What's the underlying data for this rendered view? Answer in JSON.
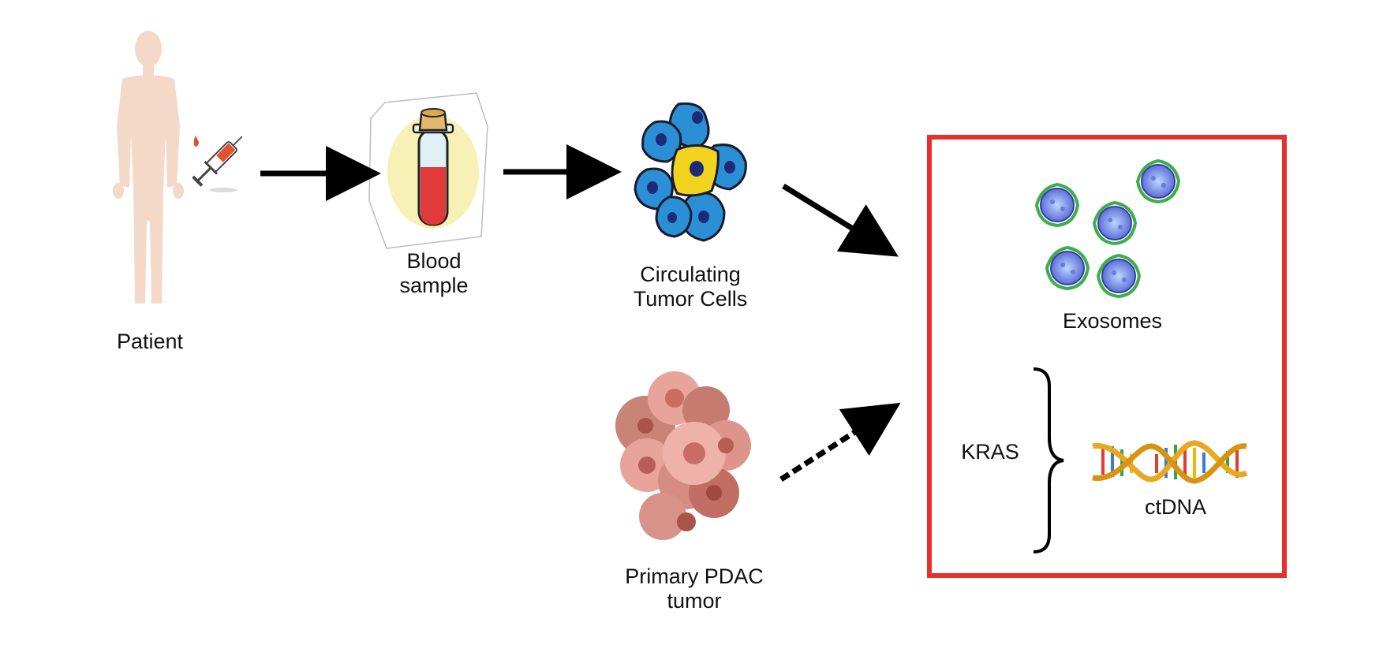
{
  "nodes": {
    "patient": {
      "label": "Patient"
    },
    "blood_sample": {
      "label_lines": [
        "Blood",
        "sample"
      ]
    },
    "ctc": {
      "label_lines": [
        "Circulating",
        "Tumor Cells"
      ]
    },
    "primary_tumor": {
      "label_lines": [
        "Primary PDAC",
        "tumor"
      ]
    },
    "exosomes": {
      "label": "Exosomes"
    },
    "ctdna": {
      "label": "ctDNA"
    },
    "kras": {
      "label": "KRAS"
    }
  },
  "colors": {
    "skin": "#f4d8c8",
    "box_border": "#e8302a",
    "blood_red": "#e03a3a",
    "ctc_blue": "#2a8fd4",
    "ctc_yellow": "#f2d320",
    "tumor_pink": "#d98a80",
    "arrow": "#000000"
  },
  "icons": [
    "person-icon",
    "syringe-icon",
    "blood-tube-icon",
    "ctc-cluster-icon",
    "tumor-icon",
    "exosome-icon",
    "dna-helix-icon"
  ]
}
